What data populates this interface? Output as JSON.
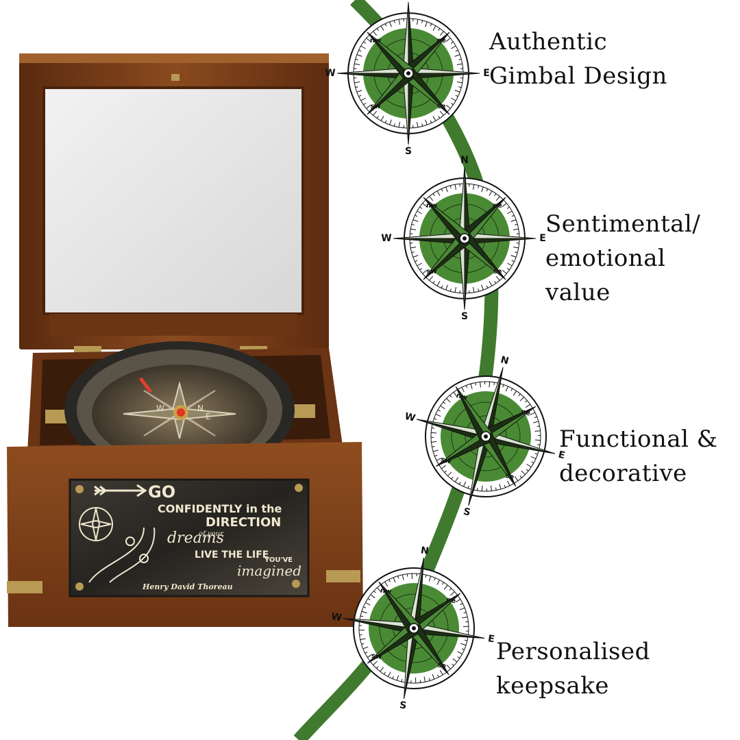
{
  "features": [
    {
      "label": "Authentic\nGimbal Design"
    },
    {
      "label": "Sentimental/\nemotional\nvalue"
    },
    {
      "label": "Functional &\ndecorative"
    },
    {
      "label": "Personalised\nkeepsake"
    }
  ],
  "plaque": {
    "line1": "GO",
    "line2": "CONFIDENTLY in the",
    "line3": "DIRECTION",
    "line4": "of your",
    "line5": "dreams",
    "line6": "LIVE THE LIFE",
    "line7": "YOU'VE",
    "line8": "imagined",
    "author": "Henry David Thoreau"
  },
  "compass_letters": {
    "n": "N",
    "s": "S",
    "e": "E",
    "w": "W",
    "ne": "ne",
    "nw": "nw",
    "se": "se",
    "sw": "sw"
  },
  "colors": {
    "accent_green": "#3f7a2e",
    "rose_green": "#4a8a35",
    "wood": "#7a3f1a",
    "brass": "#b89a55"
  }
}
